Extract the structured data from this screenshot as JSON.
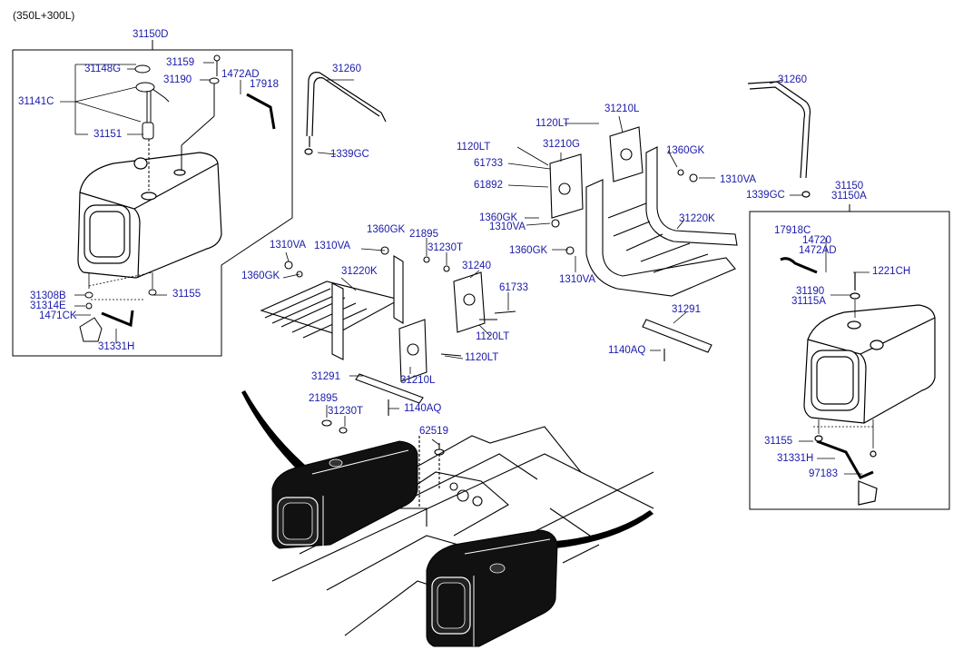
{
  "header": {
    "capacity": "(350L+300L)"
  },
  "parts": {
    "p31150D": "31150D",
    "p31148G": "31148G",
    "p31159": "31159",
    "p31190a": "31190",
    "p1472ADa": "1472AD",
    "p17918": "17918",
    "p31141C": "31141C",
    "p31151": "31151",
    "p31308B": "31308B",
    "p31314E": "31314E",
    "p1471CK": "1471CK",
    "p31331Ha": "31331H",
    "p31155a": "31155",
    "p31260a": "31260",
    "p1339GCa": "1339GC",
    "p1310VAa": "1310VA",
    "p1310VAb": "1310VA",
    "p1360GKa": "1360GK",
    "p1360GKb": "1360GK",
    "p21895a": "21895",
    "p31230Ta": "31230T",
    "p31220Ka": "31220K",
    "p31240": "31240",
    "p61733a": "61733",
    "p1120LTa": "1120LT",
    "p1120LTb": "1120LT",
    "p31291a": "31291",
    "p31210La": "31210L",
    "p1140AQa": "1140AQ",
    "p21895b": "21895",
    "p31230Tb": "31230T",
    "p62519": "62519",
    "p1120LTc": "1120LT",
    "p31210Lb": "31210L",
    "p1120LTd": "1120LT",
    "p31210G": "31210G",
    "p61733b": "61733",
    "p61892": "61892",
    "p1360GKc": "1360GK",
    "p1310VAc": "1310VA",
    "p1360GKd": "1360GK",
    "p1310VAd": "1310VA",
    "p1360GKe": "1360GK",
    "p1310VAe": "1310VA",
    "p31220Kb": "31220K",
    "p31291b": "31291",
    "p1140AQb": "1140AQ",
    "p31260b": "31260",
    "p1339GCb": "1339GC",
    "p31150": "31150",
    "p31150A": "31150A",
    "p17918C": "17918C",
    "p14720": "14720",
    "p1472ADb": "1472AD",
    "p1221CH": "1221CH",
    "p31190b": "31190",
    "p31115A": "31115A",
    "p31155b": "31155",
    "p31331Hb": "31331H",
    "p97183": "97183"
  }
}
